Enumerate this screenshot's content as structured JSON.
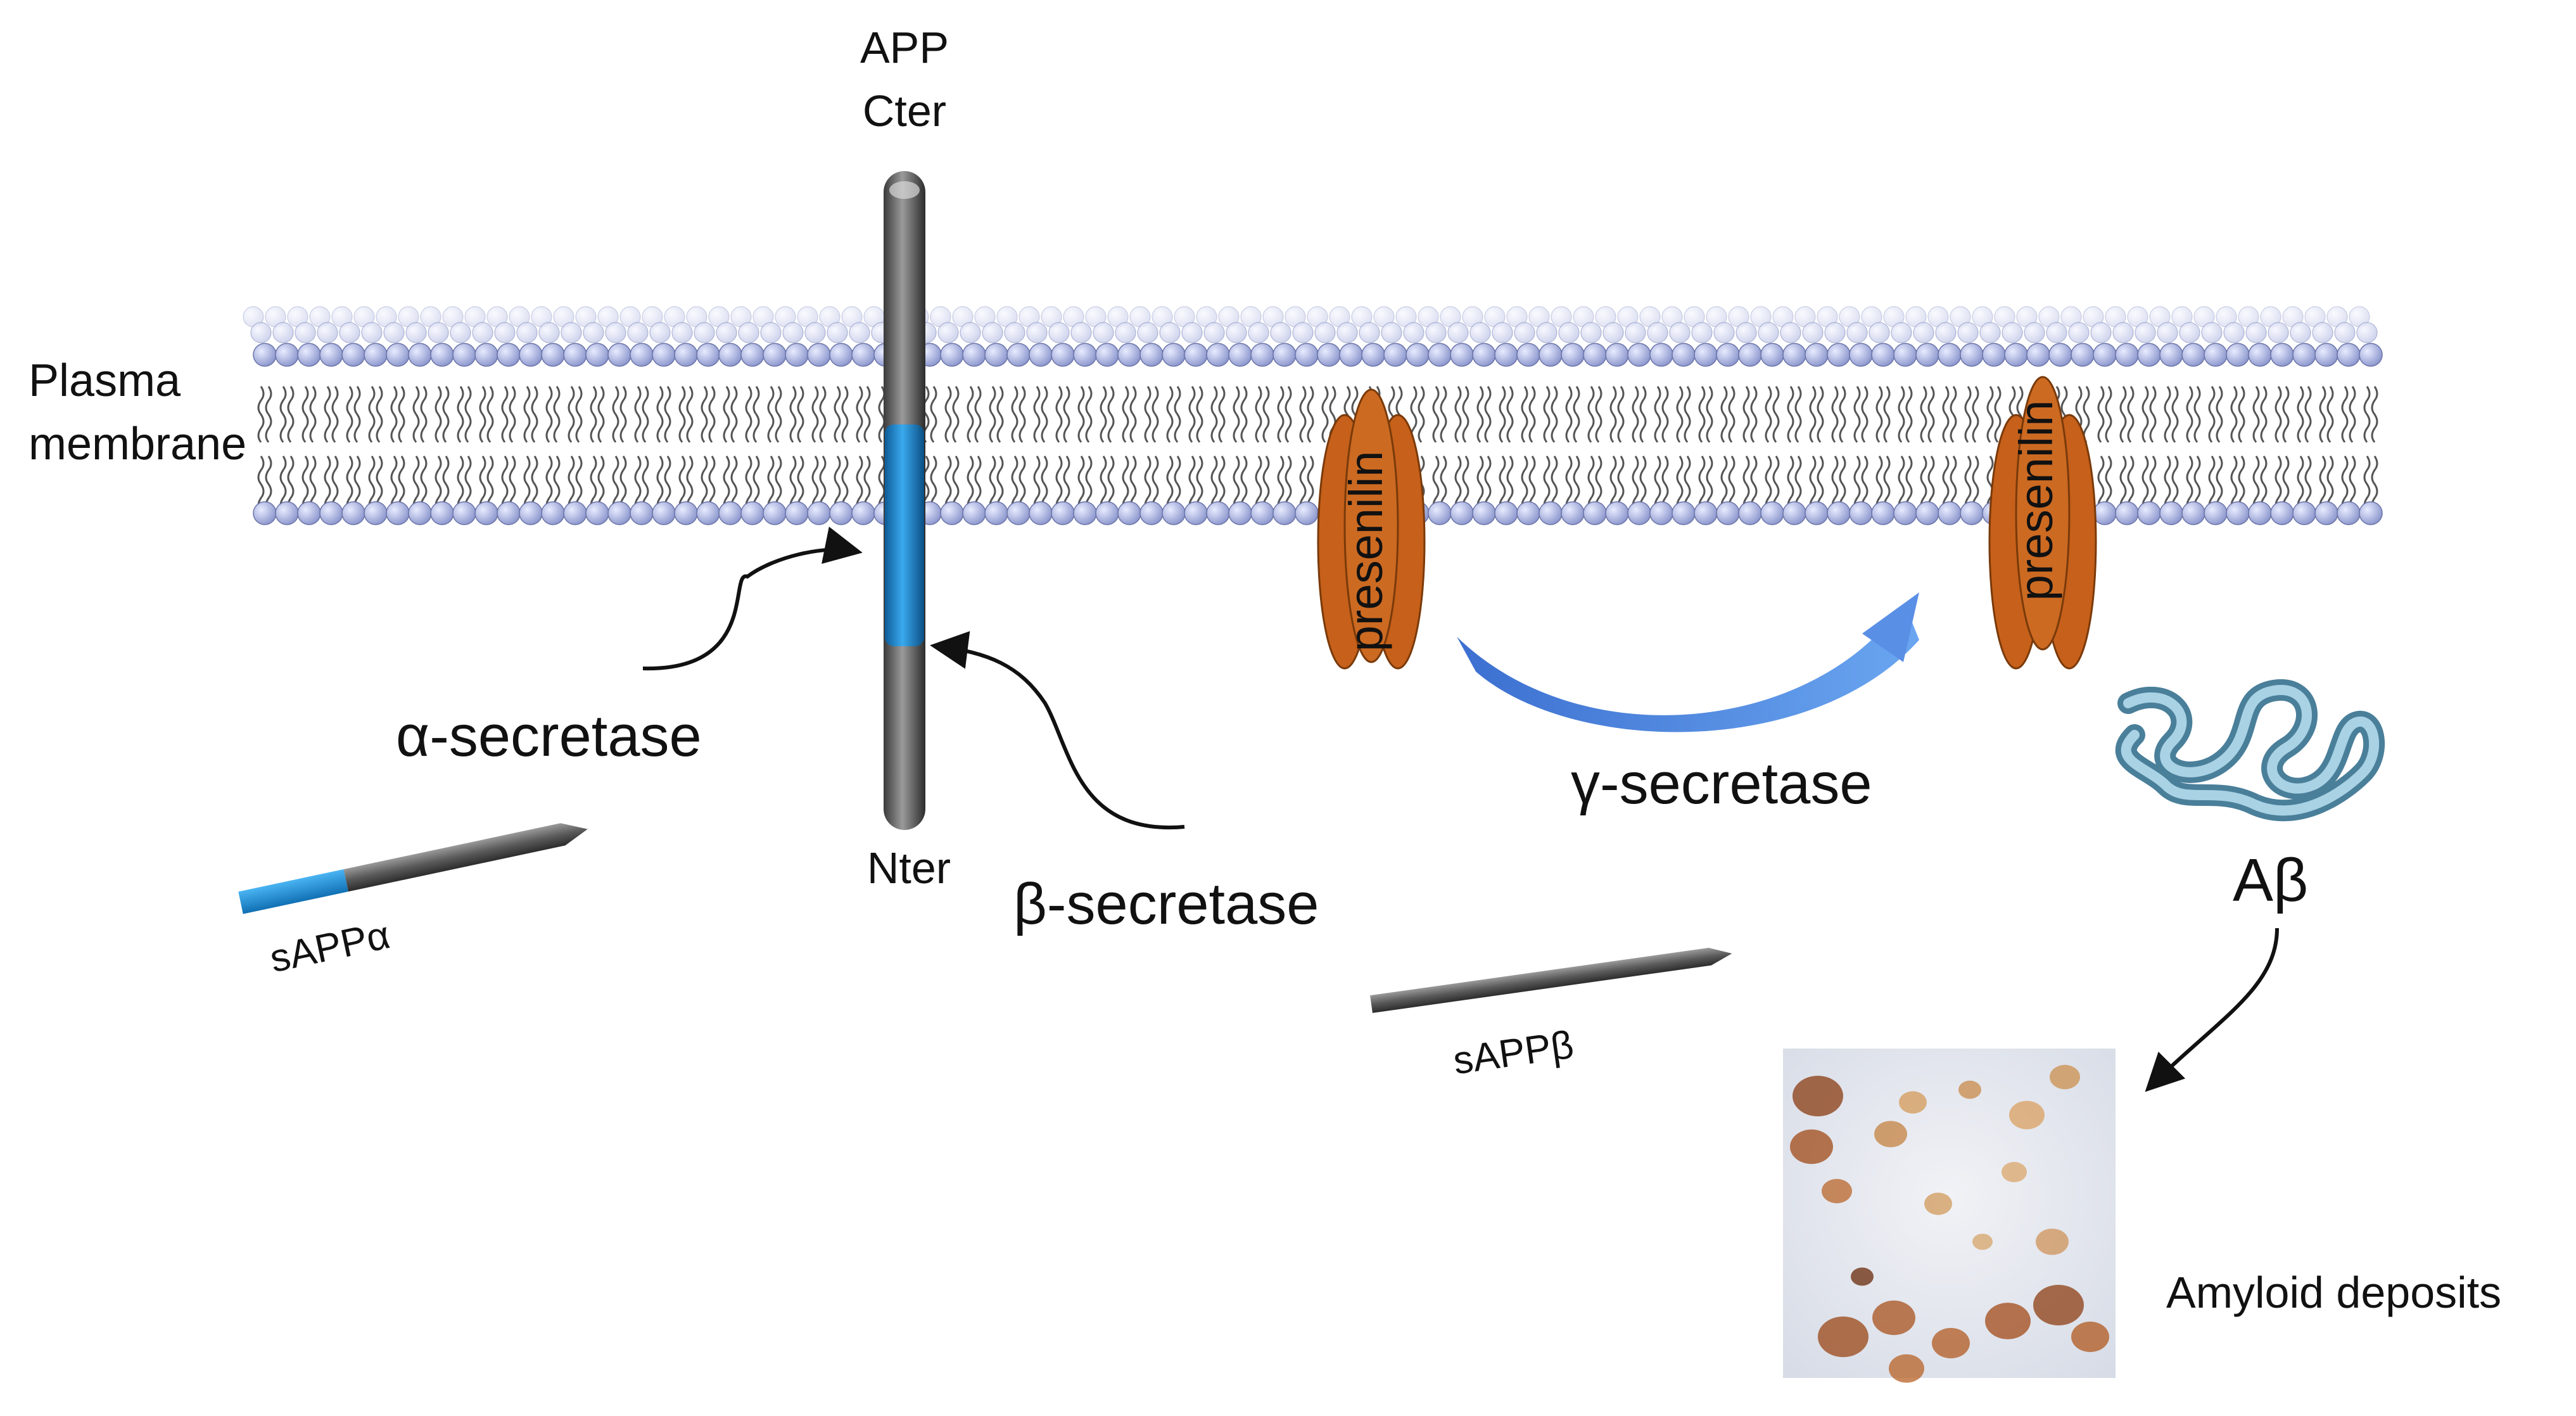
{
  "labels": {
    "app": "APP",
    "cter": "Cter",
    "plasma": "Plasma",
    "membrane": "membrane",
    "nter": "Nter",
    "alpha_secretase": "α-secretase",
    "beta_secretase": "β-secretase",
    "gamma_secretase": "γ-secretase",
    "s_app_alpha": "sAPPα",
    "s_app_beta": "sAPPβ",
    "a_beta": "Aβ",
    "amyloid_deposits": "Amyloid deposits",
    "presenilin_1": "presenilin",
    "presenilin_2": "presenilin"
  },
  "colors": {
    "membrane_head": "#a9b3e0",
    "membrane_tail": "#555555",
    "app_gray": "#6b6b6b",
    "app_blue": "#1e8fd6",
    "presenilin": "#c6601a",
    "gamma_arrow": "#4a7ed8",
    "abeta": "#7fb0c8"
  },
  "icons": {
    "membrane": "lipid-bilayer",
    "app": "transmembrane-protein",
    "abeta": "amyloid-beta-peptide",
    "deposits": "tissue-micrograph"
  }
}
